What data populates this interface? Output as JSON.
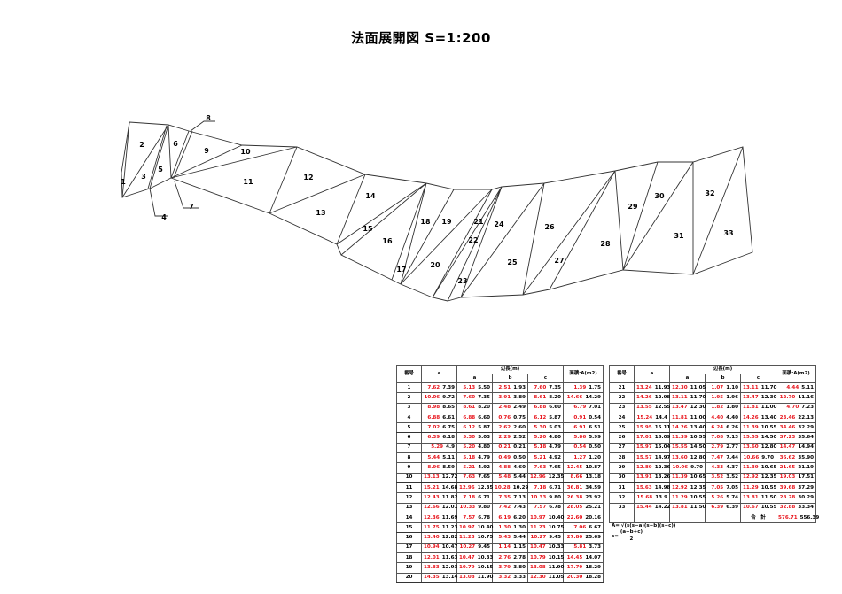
{
  "title": "法面展開図 S=1:200",
  "drawing": {
    "triangle_labels": [
      "1",
      "2",
      "3",
      "4",
      "5",
      "6",
      "7",
      "8",
      "9",
      "10",
      "11",
      "12",
      "13",
      "14",
      "15",
      "16",
      "17",
      "18",
      "19",
      "20",
      "21",
      "22",
      "23",
      "24",
      "25",
      "26",
      "27",
      "28",
      "29",
      "30",
      "31",
      "32",
      "33"
    ],
    "line_color": "#333333",
    "dimension_color": "#e8141c"
  },
  "table": {
    "headers": {
      "no": "番号",
      "a_total": "a",
      "side_length": "辺長(m)",
      "a": "a",
      "b": "b",
      "c": "c",
      "area": "面積:A(m2)"
    },
    "rows_left": [
      [
        "1",
        "7.62",
        "7.39",
        "5.13",
        "5.50",
        "2.51",
        "1.93",
        "7.60",
        "7.35",
        "1.39",
        "1.75"
      ],
      [
        "2",
        "10.06",
        "9.72",
        "7.60",
        "7.35",
        "3.91",
        "3.89",
        "8.61",
        "8.20",
        "14.66",
        "14.29"
      ],
      [
        "3",
        "8.98",
        "8.65",
        "8.61",
        "8.20",
        "2.48",
        "2.49",
        "6.88",
        "6.60",
        "6.79",
        "7.01"
      ],
      [
        "4",
        "6.88",
        "6.61",
        "6.88",
        "6.60",
        "0.76",
        "0.75",
        "6.12",
        "5.87",
        "0.91",
        "0.54"
      ],
      [
        "5",
        "7.02",
        "6.75",
        "6.12",
        "5.87",
        "2.62",
        "2.60",
        "5.30",
        "5.03",
        "6.91",
        "6.51"
      ],
      [
        "6",
        "6.39",
        "6.18",
        "5.30",
        "5.03",
        "2.29",
        "2.52",
        "5.20",
        "4.80",
        "5.86",
        "5.99"
      ],
      [
        "7",
        "5.29",
        "4.9",
        "5.20",
        "4.80",
        "0.21",
        "0.21",
        "5.18",
        "4.79",
        "0.54",
        "0.50"
      ],
      [
        "8",
        "5.44",
        "5.11",
        "5.18",
        "4.79",
        "0.49",
        "0.50",
        "5.21",
        "4.92",
        "1.27",
        "1.20"
      ],
      [
        "9",
        "8.96",
        "8.59",
        "5.21",
        "4.92",
        "4.88",
        "4.60",
        "7.63",
        "7.65",
        "12.45",
        "10.87"
      ],
      [
        "10",
        "13.13",
        "12.72",
        "7.63",
        "7.65",
        "5.48",
        "5.44",
        "12.96",
        "12.35",
        "8.66",
        "13.18"
      ],
      [
        "11",
        "15.21",
        "14.68",
        "12.96",
        "12.35",
        "10.28",
        "10.29",
        "7.18",
        "6.71",
        "36.81",
        "34.59"
      ],
      [
        "12",
        "12.43",
        "11.82",
        "7.18",
        "6.71",
        "7.35",
        "7.13",
        "10.33",
        "9.80",
        "26.38",
        "23.92"
      ],
      [
        "13",
        "12.66",
        "12.01",
        "10.33",
        "9.80",
        "7.42",
        "7.43",
        "7.57",
        "6.78",
        "28.05",
        "25.21"
      ],
      [
        "14",
        "12.36",
        "11.69",
        "7.57",
        "6.78",
        "6.19",
        "6.20",
        "10.97",
        "10.40",
        "22.60",
        "20.16"
      ],
      [
        "15",
        "11.75",
        "11.23",
        "10.97",
        "10.40",
        "1.30",
        "1.30",
        "11.23",
        "10.75",
        "7.06",
        "6.67"
      ],
      [
        "16",
        "13.40",
        "12.82",
        "11.23",
        "10.75",
        "5.43",
        "5.44",
        "10.27",
        "9.45",
        "27.80",
        "25.69"
      ],
      [
        "17",
        "10.94",
        "10.47",
        "10.27",
        "9.45",
        "1.14",
        "1.15",
        "10.47",
        "10.33",
        "5.81",
        "3.73"
      ],
      [
        "18",
        "12.01",
        "11.63",
        "10.47",
        "10.33",
        "2.76",
        "2.78",
        "10.79",
        "10.15",
        "14.45",
        "14.07"
      ],
      [
        "19",
        "13.83",
        "12.93",
        "10.79",
        "10.15",
        "3.79",
        "3.80",
        "13.08",
        "11.90",
        "17.79",
        "18.29"
      ],
      [
        "20",
        "14.35",
        "13.14",
        "13.08",
        "11.90",
        "3.32",
        "3.33",
        "12.30",
        "11.05",
        "20.30",
        "18.28"
      ]
    ],
    "rows_right": [
      [
        "21",
        "13.24",
        "11.93",
        "12.30",
        "11.05",
        "1.07",
        "1.10",
        "13.11",
        "11.70",
        "4.44",
        "5.11"
      ],
      [
        "22",
        "14.26",
        "12.98",
        "13.11",
        "11.70",
        "1.95",
        "1.96",
        "13.47",
        "12.30",
        "12.70",
        "11.16"
      ],
      [
        "23",
        "13.55",
        "12.55",
        "13.47",
        "12.30",
        "1.82",
        "1.80",
        "11.81",
        "11.00",
        "4.70",
        "7.23"
      ],
      [
        "24",
        "15.24",
        "14.4",
        "11.81",
        "11.00",
        "4.40",
        "4.40",
        "14.26",
        "13.40",
        "23.46",
        "22.13"
      ],
      [
        "25",
        "15.95",
        "15.11",
        "14.26",
        "13.40",
        "6.24",
        "6.26",
        "11.39",
        "10.55",
        "34.46",
        "32.29"
      ],
      [
        "26",
        "17.01",
        "16.09",
        "11.39",
        "10.55",
        "7.08",
        "7.13",
        "15.55",
        "14.50",
        "37.23",
        "35.64"
      ],
      [
        "27",
        "15.97",
        "15.04",
        "15.55",
        "14.50",
        "2.79",
        "2.77",
        "13.60",
        "12.80",
        "14.47",
        "14.94"
      ],
      [
        "28",
        "15.57",
        "14.97",
        "13.60",
        "12.80",
        "7.47",
        "7.44",
        "10.66",
        "9.70",
        "36.62",
        "35.90"
      ],
      [
        "29",
        "12.89",
        "12.36",
        "10.06",
        "9.70",
        "4.33",
        "4.37",
        "11.39",
        "10.65",
        "21.65",
        "21.19"
      ],
      [
        "30",
        "13.91",
        "13.26",
        "11.39",
        "10.65",
        "3.52",
        "3.52",
        "12.92",
        "12.35",
        "19.03",
        "17.51"
      ],
      [
        "31",
        "15.63",
        "14.98",
        "12.92",
        "12.35",
        "7.05",
        "7.05",
        "11.29",
        "10.55",
        "39.68",
        "37.29"
      ],
      [
        "32",
        "15.68",
        "13.9",
        "11.29",
        "10.55",
        "5.26",
        "5.74",
        "13.81",
        "11.50",
        "28.28",
        "30.29"
      ],
      [
        "33",
        "15.44",
        "14.22",
        "13.81",
        "11.50",
        "6.39",
        "6.39",
        "10.67",
        "10.55",
        "32.88",
        "33.34"
      ]
    ],
    "total_label": "合　計",
    "total_red": "576.71",
    "total_black": "556.39"
  },
  "formula": {
    "area": "A= √(s(s−a)(s−b)(s−c))",
    "s_prefix": "s=",
    "s_numerator": "(a+b+c)",
    "s_denominator": "2"
  }
}
